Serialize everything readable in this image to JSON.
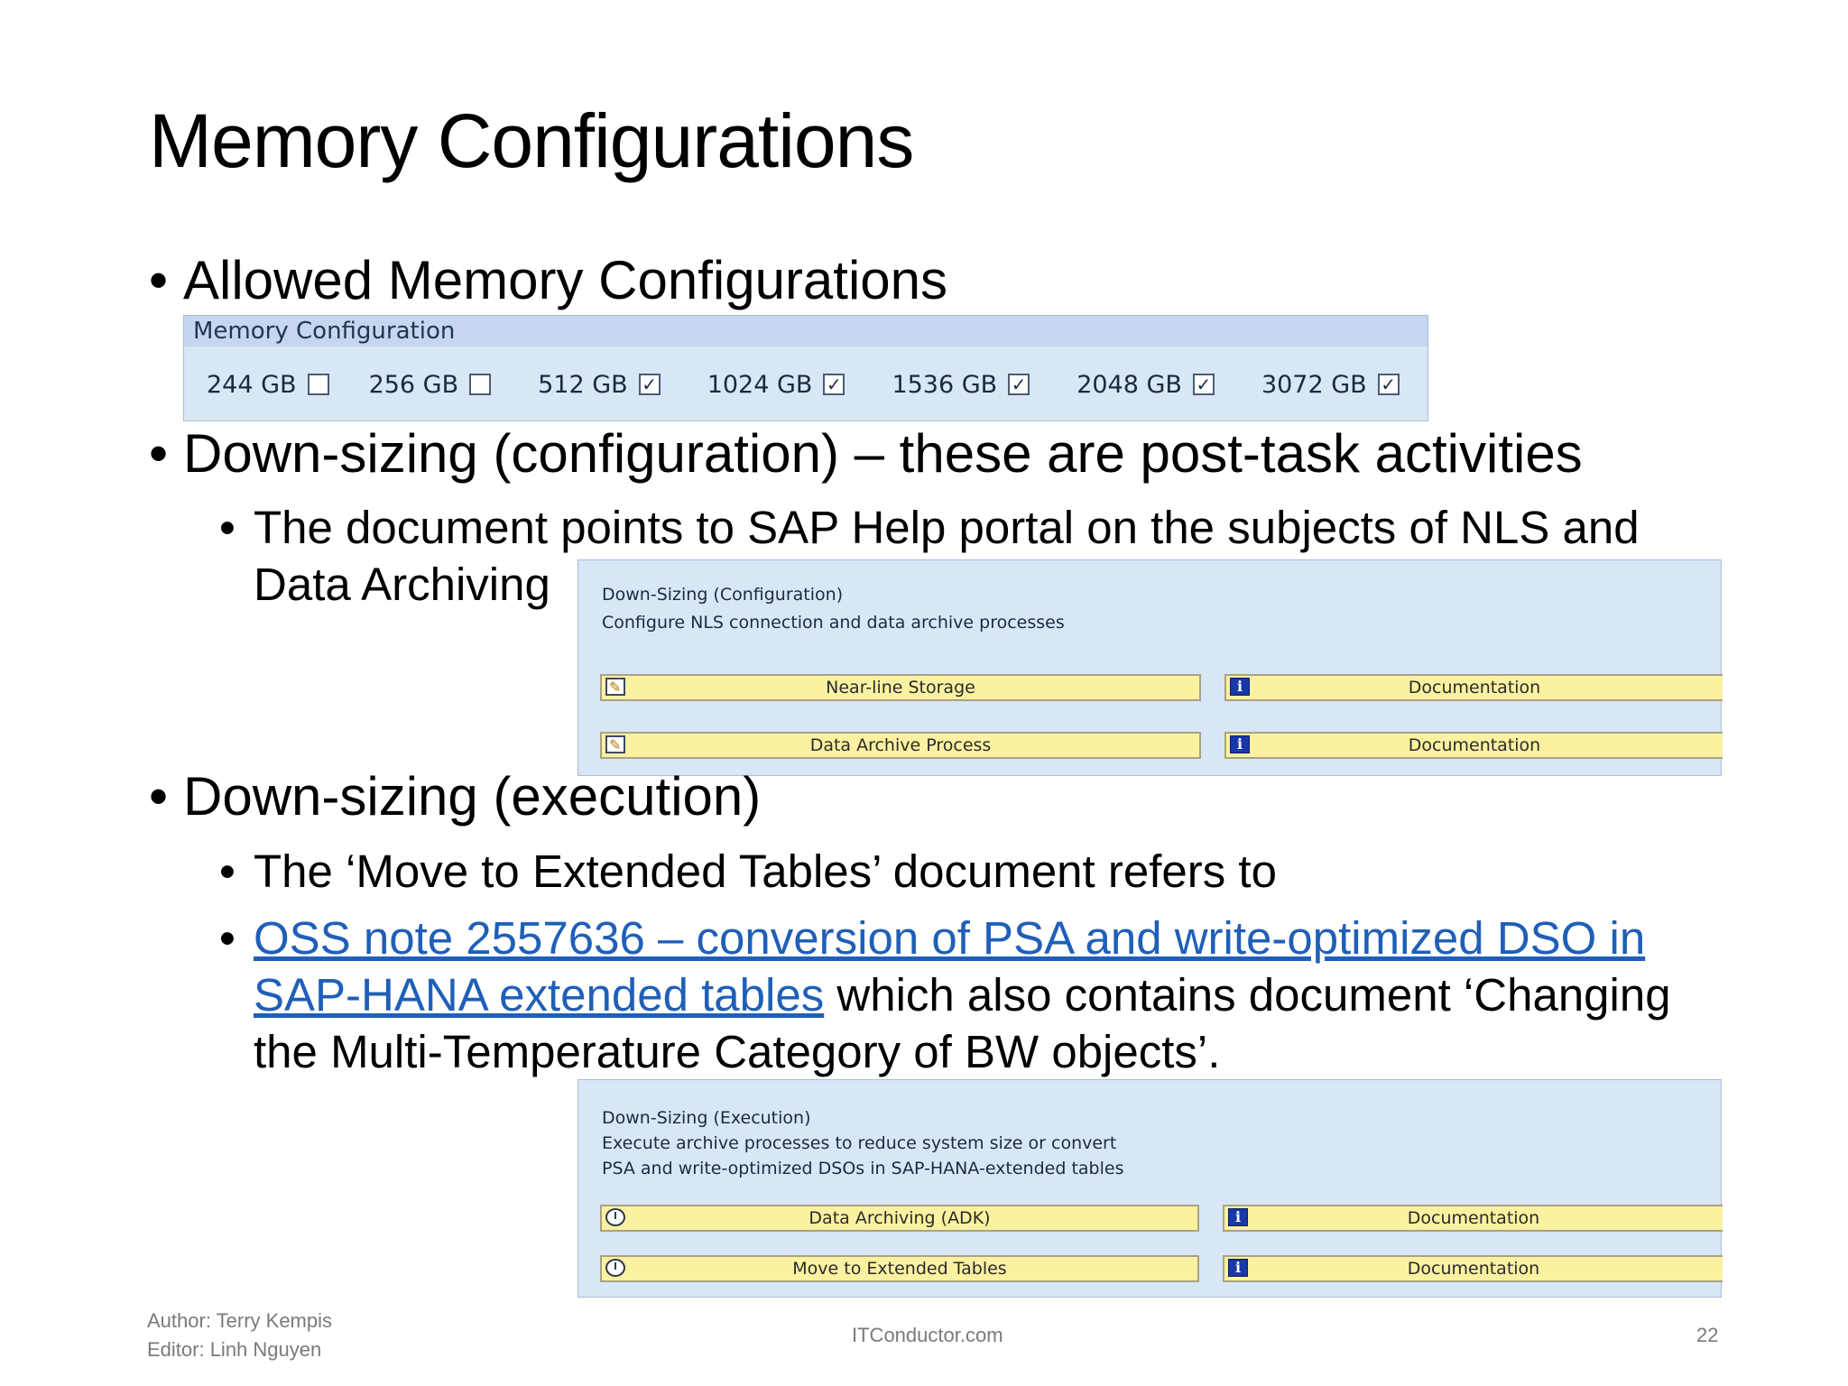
{
  "title": "Memory Configurations",
  "bullets": {
    "b1": "Allowed Memory Configurations",
    "b2": "Down-sizing (configuration) – these are post-task activities",
    "b2_sub": "The document points to SAP Help portal on the subjects of NLS and",
    "b2_sub_cont": "Data Archiving",
    "b3": "Down-sizing (execution)",
    "b3_sub1": "The ‘Move to Extended Tables’ document refers to",
    "b3_sub2_link_l1": "OSS note 2557636 – conversion of PSA and write-optimized DSO in",
    "b3_sub2_link_l2": "SAP-HANA extended tables",
    "b3_sub2_rest": " which also contains document ‘Changing",
    "b3_sub2_l3": "the Multi-Temperature Category of BW objects’."
  },
  "memory_panel": {
    "header": "Memory Configuration",
    "options": [
      {
        "label": "244 GB",
        "checked": false
      },
      {
        "label": "256 GB",
        "checked": false
      },
      {
        "label": "512 GB",
        "checked": true
      },
      {
        "label": "1024 GB",
        "checked": true
      },
      {
        "label": "1536 GB",
        "checked": true
      },
      {
        "label": "2048 GB",
        "checked": true
      },
      {
        "label": "3072 GB",
        "checked": true
      }
    ]
  },
  "config_panel": {
    "heading": "Down-Sizing (Configuration)",
    "description": "Configure NLS connection and data archive processes",
    "btn1": "Near-line Storage",
    "btn2": "Data Archive Process",
    "doc": "Documentation"
  },
  "exec_panel": {
    "heading": "Down-Sizing (Execution)",
    "desc1": "Execute archive processes to reduce system size or convert",
    "desc2": "PSA and write-optimized DSOs in SAP-HANA-extended tables",
    "btn1": "Data Archiving (ADK)",
    "btn2": "Move to Extended Tables",
    "doc": "Documentation"
  },
  "footer": {
    "author": "Author: Terry Kempis",
    "editor": "Editor: Linh Nguyen",
    "site": "ITConductor.com",
    "page": "22"
  },
  "colors": {
    "link": "#1f5fb8",
    "panel_bg": "#d9e6f6",
    "button_bg": "#fbf1a0"
  }
}
